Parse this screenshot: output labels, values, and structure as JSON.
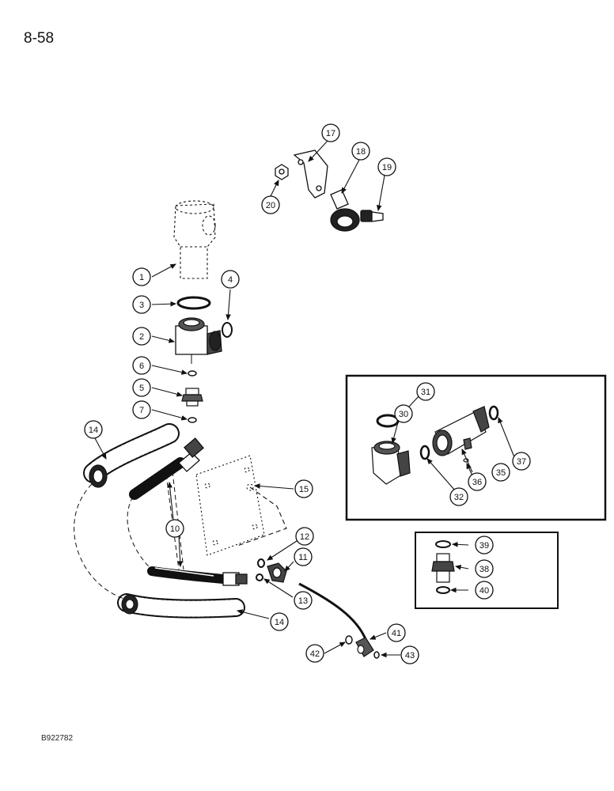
{
  "header": {
    "page_number": "8-58"
  },
  "footer": {
    "figure_code": "B922782"
  },
  "colors": {
    "ink": "#111111",
    "paper": "#ffffff"
  },
  "callouts": {
    "c1": "1",
    "c2": "2",
    "c3": "3",
    "c4": "4",
    "c5": "5",
    "c6": "6",
    "c7": "7",
    "c10": "10",
    "c11": "11",
    "c12": "12",
    "c13": "13",
    "c14a": "14",
    "c14b": "14",
    "c15": "15",
    "c17": "17",
    "c18": "18",
    "c19": "19",
    "c20": "20",
    "c30": "30",
    "c31": "31",
    "c32": "32",
    "c35": "35",
    "c36": "36",
    "c37": "37",
    "c38": "38",
    "c39": "39",
    "c40": "40",
    "c41": "41",
    "c42": "42",
    "c43": "43"
  }
}
